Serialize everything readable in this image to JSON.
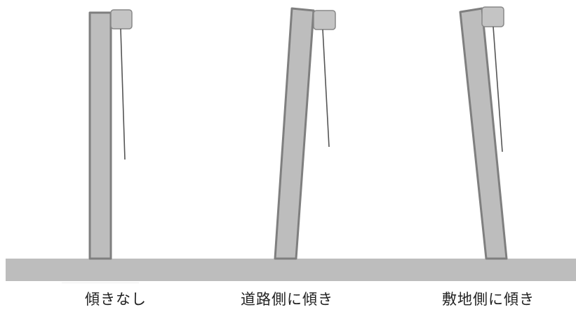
{
  "figure": {
    "colors": {
      "pole_fill": "#bdbdbd",
      "pole_stroke": "#7f7f7f",
      "ground": "#bdbdbd",
      "wire": "#555555",
      "box_fill": "#c4c4c4",
      "box_stroke": "#888888"
    },
    "panels": [
      {
        "id": "no-tilt",
        "label": "傾きなし",
        "tilt": "none"
      },
      {
        "id": "road-tilt",
        "label": "道路側に傾き",
        "tilt": "road-side"
      },
      {
        "id": "site-tilt",
        "label": "敷地側に傾き",
        "tilt": "site-side"
      }
    ]
  }
}
